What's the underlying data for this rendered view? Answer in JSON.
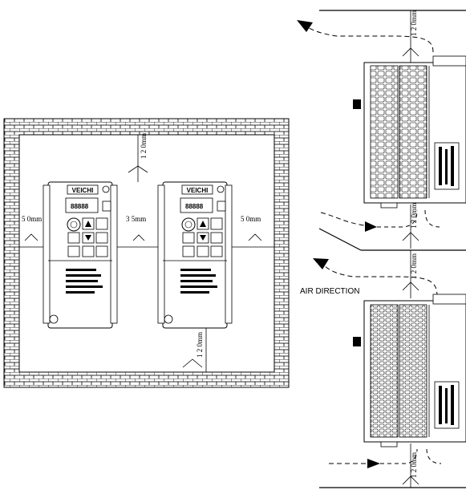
{
  "left_view": {
    "top_clearance": "1 2 0mm",
    "left_clearance": "5 0mm",
    "between_clearance": "3 5mm",
    "right_clearance": "5 0mm",
    "bottom_clearance": "1 2 0mm",
    "drive_1_logo": "VEICHI",
    "drive_2_logo": "VEICHI",
    "drive_display_digits": "88888"
  },
  "right_view": {
    "top_clearance": "1 2 0mm",
    "middle_clearance_upper": "1 2 0mm",
    "middle_clearance_lower": "1 2 0mm",
    "bottom_clearance": "1 2 0mm",
    "air_direction_label": "AIR DIRECTION"
  }
}
